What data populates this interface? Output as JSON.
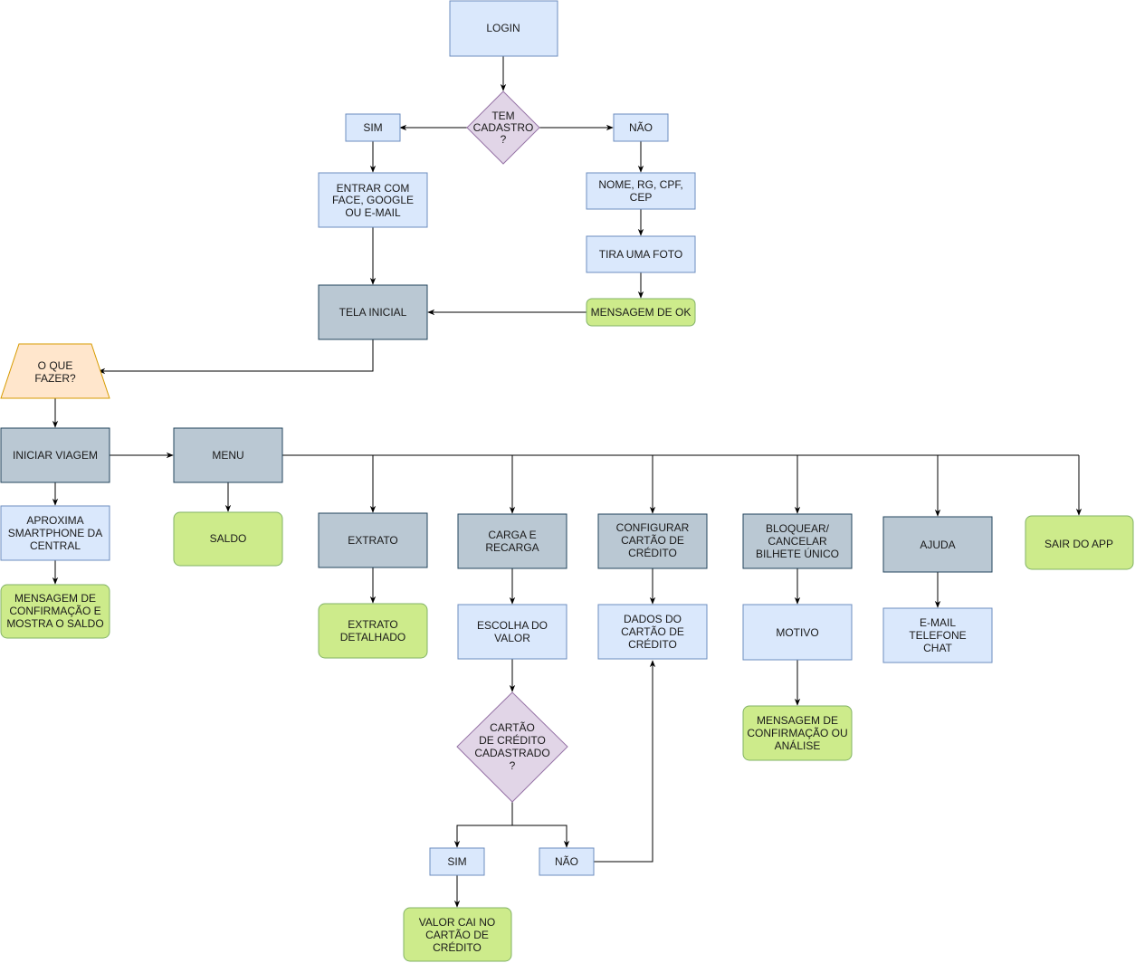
{
  "colors": {
    "process_fill": "#dae8fc",
    "process_stroke": "#6c8ebf",
    "screen_fill": "#bac8d3",
    "screen_stroke": "#23445d",
    "terminal_fill": "#cdeb8b",
    "terminal_stroke": "#82b366",
    "decision_fill": "#e1d5e7",
    "decision_stroke": "#9673a6",
    "manual_fill": "#ffe6cc",
    "manual_stroke": "#d79b00"
  },
  "nodes": {
    "login": {
      "lines": [
        "LOGIN"
      ]
    },
    "tem_cadastro": {
      "lines": [
        "TEM",
        "CADASTRO",
        "?"
      ]
    },
    "sim1": {
      "lines": [
        "SIM"
      ]
    },
    "nao1": {
      "lines": [
        "NÃO"
      ]
    },
    "entrar": {
      "lines": [
        "ENTRAR COM",
        "FACE, GOOGLE",
        "OU E-MAIL"
      ]
    },
    "nome_rg": {
      "lines": [
        "NOME, RG, CPF,",
        "CEP"
      ]
    },
    "tira_foto": {
      "lines": [
        "TIRA UMA FOTO"
      ]
    },
    "msg_ok": {
      "lines": [
        "MENSAGEM DE OK"
      ]
    },
    "tela_inicial": {
      "lines": [
        "TELA INICIAL"
      ]
    },
    "o_que_fazer": {
      "lines": [
        "O QUE",
        "FAZER?"
      ]
    },
    "iniciar_viagem": {
      "lines": [
        "INICIAR VIAGEM"
      ]
    },
    "menu": {
      "lines": [
        "MENU"
      ]
    },
    "aproxima": {
      "lines": [
        "APROXIMA",
        "SMARTPHONE DA",
        "CENTRAL"
      ]
    },
    "msg_confirmacao_saldo": {
      "lines": [
        "MENSAGEM DE",
        "CONFIRMAÇÃO E",
        "MOSTRA O SALDO"
      ]
    },
    "saldo": {
      "lines": [
        "SALDO"
      ]
    },
    "extrato": {
      "lines": [
        "EXTRATO"
      ]
    },
    "extrato_detalhado": {
      "lines": [
        "EXTRATO",
        "DETALHADO"
      ]
    },
    "carga": {
      "lines": [
        "CARGA E",
        "RECARGA"
      ]
    },
    "escolha_valor": {
      "lines": [
        "ESCOLHA DO",
        "VALOR"
      ]
    },
    "cartao_cadastrado": {
      "lines": [
        "CARTÃO",
        "DE CRÉDITO",
        "CADASTRADO",
        "?"
      ]
    },
    "sim2": {
      "lines": [
        "SIM"
      ]
    },
    "nao2": {
      "lines": [
        "NÃO"
      ]
    },
    "valor_cai": {
      "lines": [
        "VALOR CAI NO",
        "CARTÃO DE",
        "CRÉDITO"
      ]
    },
    "configurar": {
      "lines": [
        "CONFIGURAR",
        "CARTÃO DE",
        "CRÉDITO"
      ]
    },
    "dados_cartao": {
      "lines": [
        "DADOS DO",
        "CARTÃO DE",
        "CRÉDITO"
      ]
    },
    "bloquear": {
      "lines": [
        "BLOQUEAR/",
        "CANCELAR",
        "BILHETE ÚNICO"
      ]
    },
    "motivo": {
      "lines": [
        "MOTIVO"
      ]
    },
    "msg_confirmacao_analise": {
      "lines": [
        "MENSAGEM DE",
        "CONFIRMAÇÃO OU",
        "ANÁLISE"
      ]
    },
    "ajuda": {
      "lines": [
        "AJUDA"
      ]
    },
    "contato": {
      "lines": [
        "E-MAIL",
        "TELEFONE",
        "CHAT"
      ]
    },
    "sair": {
      "lines": [
        "SAIR DO APP"
      ]
    }
  }
}
